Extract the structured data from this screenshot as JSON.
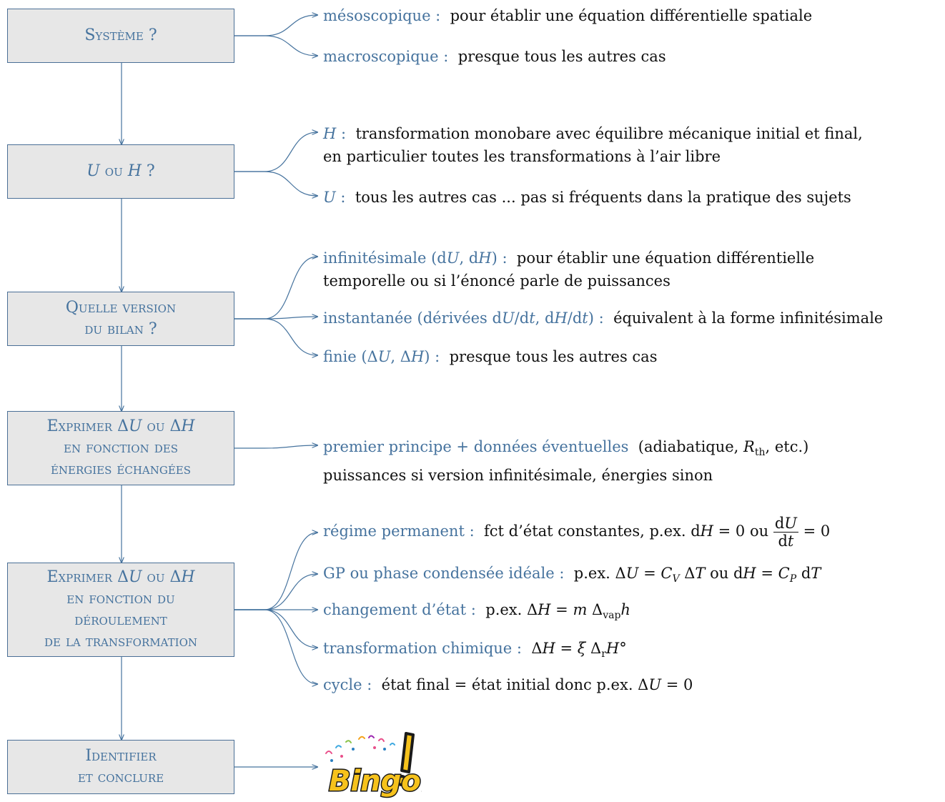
{
  "colors": {
    "accent": "#46739e",
    "box_fill": "#e7e7e7",
    "text": "#111111"
  },
  "steps": [
    {
      "lines": [
        "Système ?"
      ]
    },
    {
      "lines_html": [
        "<i>U</i> ou <i>H</i> ?"
      ]
    },
    {
      "lines": [
        "Quelle version",
        "du bilan ?"
      ]
    },
    {
      "lines_html": [
        "Exprimer Δ<i>U</i> ou Δ<i>H</i>",
        "en fonction des",
        "énergies échangées"
      ]
    },
    {
      "lines_html": [
        "Exprimer Δ<i>U</i> ou Δ<i>H</i>",
        "en fonction du",
        "déroulement",
        "de la transformation"
      ]
    },
    {
      "lines": [
        "Identifier",
        "et conclure"
      ]
    }
  ],
  "options": [
    {
      "key": "mésoscopique :",
      "text": "pour établir une équation différentielle spatiale"
    },
    {
      "key": "macroscopique :",
      "text": "presque tous les autres cas"
    },
    {
      "key_html": "<i>H</i> :",
      "text": "transformation monobare avec équilibre mécanique initial et final,",
      "text2": "en particulier toutes les transformations à l’air libre"
    },
    {
      "key_html": "<i>U</i> :",
      "text": "tous les autres cas ... pas si fréquents dans la pratique des sujets"
    },
    {
      "key_html": "infinitésimale (d<i>U</i>, d<i>H</i>) :",
      "text": "pour établir une équation différentielle",
      "text2": "temporelle ou si l’énoncé parle de puissances"
    },
    {
      "key_html": "instantanée (dérivées d<i>U</i>/d<i>t</i>, d<i>H</i>/d<i>t</i>) :",
      "text": "équivalent à la forme infinitésimale"
    },
    {
      "key_html": "finie (Δ<i>U</i>, Δ<i>H</i>) :",
      "text": "presque tous les autres cas"
    },
    {
      "key": "premier principe + données éventuelles",
      "text_html": "(adiabatique, <i>R</i><sub>th</sub>, etc.)",
      "text2": "puissances si version infinitésimale, énergies sinon"
    },
    {
      "key": "régime permanent :",
      "text_html": "fct d’état constantes, p.ex. d<i>H</i> = 0 ou <span class=\"frac\"><span class=\"num\">d<i>U</i></span><span class=\"den\">d<i>t</i></span></span> = 0"
    },
    {
      "key": "GP ou phase condensée idéale :",
      "text_html": "p.ex. Δ<i>U</i> = <i>C<sub>V</sub></i> Δ<i>T</i> ou d<i>H</i> = <i>C<sub>P</sub></i> d<i>T</i>"
    },
    {
      "key": "changement d’état :",
      "text_html": "p.ex. Δ<i>H</i> = <i>m</i> Δ<sub>vap</sub><i>h</i>"
    },
    {
      "key": "transformation chimique :",
      "text_html": "Δ<i>H</i> = <i>ξ</i> Δ<sub>r</sub><i>H</i>°"
    },
    {
      "key": "cycle :",
      "text_html": "état final = état initial donc p.ex. Δ<i>U</i> = 0"
    }
  ],
  "bingo": {
    "text": "Bingo!"
  }
}
